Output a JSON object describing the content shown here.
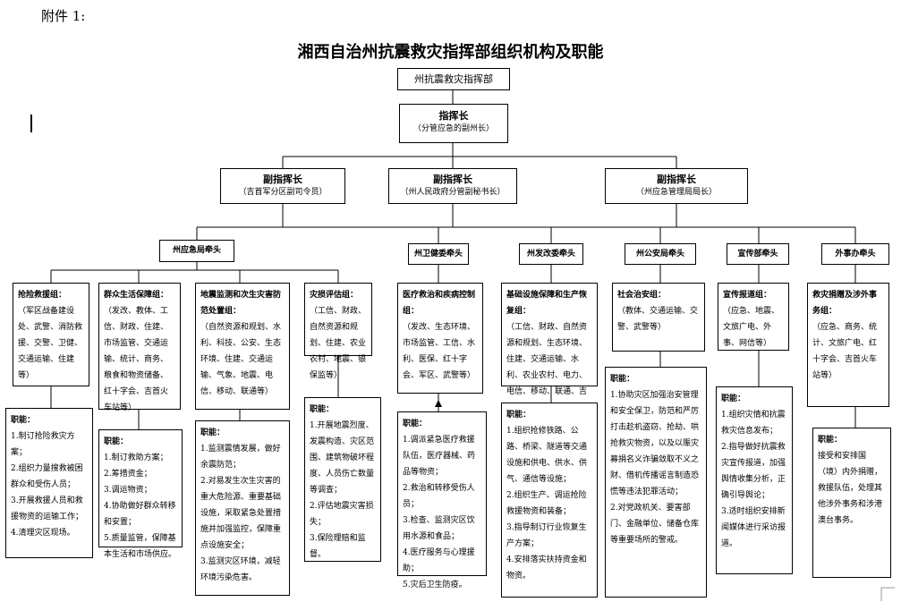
{
  "attachment": "附件 1:",
  "title": "湘西自治州抗震救灾指挥部组织机构及职能",
  "hq": "州抗震救灾指挥部",
  "commander": {
    "title": "指挥长",
    "sub": "（分管应急的副州长）"
  },
  "deputies": [
    {
      "title": "副指挥长",
      "sub": "（吉首军分区副司令员）"
    },
    {
      "title": "副指挥长",
      "sub": "（州人民政府分管副秘书长）"
    },
    {
      "title": "副指挥长",
      "sub": "（州应急管理局局长）"
    }
  ],
  "leads": [
    "州应急局牵头",
    "州卫健委牵头",
    "州发改委牵头",
    "州公安局牵头",
    "宣传部牵头",
    "外事办牵头"
  ],
  "groups": [
    {
      "name": "抢险救援组：",
      "members": "（军区战备建设处、武警、消防救援、交警、卫健、交通运输、住建等）",
      "duty_label": "职能：",
      "duties": "1.制订抢险救灾方案；\n2.组织力量搜救被困群众和受伤人员；\n3.开展救援人员和救援物资的运输工作；\n4.清理灾区现场。"
    },
    {
      "name": "群众生活保障组：",
      "members": "（发改、教体、工信、财政、住建、市场监管、交通运输、统计、商务、粮食和物资储备、红十字会、吉首火车站等）",
      "duty_label": "职能：",
      "duties": "1.制订救助方案；\n2.筹措资金；\n3.调运物资；\n4.协助做好群众转移和安置；\n5.质量监管，保障基本生活和市场供应。"
    },
    {
      "name": "地震监测和次生灾害防范处置组：",
      "members": "（自然资源和规划、水利、科技、公安、生态环境、住建、交通运输、气象、地震、电信、移动、联通等）",
      "duty_label": "职能：",
      "duties": "1.监测震情发展，做好余震防范；\n2.对易发生次生灾害的重大危险源、重要基础设施，采取紧急处置措施并加强监控，保障重点设施安全；\n3.监测灾区环境，减轻环境污染危害。"
    },
    {
      "name": "灾损评估组：",
      "members": "（工信、财政、自然资源和规划、住建、农业农村、地震、银保监等）",
      "duty_label": "职能：",
      "duties": "1.开展地震烈度、发震构造、灾区范围、建筑物破坏程度、人员伤亡数量等调查；\n2.评估地震灾害损失；\n3.保险理赔和监督。"
    },
    {
      "name": "医疗救治和疾病控制组：",
      "members": "（发改、生态环境、市场监管、工信、水利、医保、红十字会、军区、武警等）",
      "duty_label": "职能：",
      "duties": "1.调派紧急医疗救援队伍，医疗器械、药品等物资；\n2.救治和转移受伤人员；\n3.检查、监测灾区饮用水源和食品；\n4.医疗服务与心理援助；\n5.灾后卫生防疫。"
    },
    {
      "name": "基础设施保障和生产恢复组：",
      "members": "（工信、财政、自然资源和规划、生态环境、住建、交通运输、水利、农业农村、电力、电信、移动、联通、吉首火车站等）",
      "duty_label": "职能：",
      "duties": "1.组织抢修铁路、公路、桥梁、隧道等交通设施和供电、供水、供气、通信等设施；\n2.组织生产、调运抢险救援物资和装备；\n3.指导制订行业恢复生产方案；\n4.安排落实扶持资金和物资。"
    },
    {
      "name": "社会治安组：",
      "members": "（教体、交通运输、交警、武警等）",
      "duty_label": "职能：",
      "duties": "1.协助灾区加强治安管理和安全保卫，防范和严厉打击趁机盗窃、抢劫、哄抢救灾物资，以及以赈灾募捐名义诈骗敛取不义之财、借机传播谣言制造恐慌等违法犯罪活动；\n2.对党政机关、要害部门、金融单位、储备仓库等重要场所的警戒。"
    },
    {
      "name": "宣传报道组：",
      "members": "（应急、地震、文旅广电、外事、网信等）",
      "duty_label": "职能：",
      "duties": "1.组织灾情和抗震救灾信息发布；\n2.指导做好抗震救灾宣传报道，加强舆情收集分析，正确引导舆论；\n3.适时组织安排新闻媒体进行采访报道。"
    },
    {
      "name": "救灾捐赠及涉外事务组：",
      "members": "（应急、商务、统计、文旅广电、红十字会、吉首火车站等）",
      "duty_label": "职能：",
      "duties": "接受和安排国（境）内外捐赠，救援队伍，处理其他涉外事务和涉港澳台事务。"
    }
  ]
}
